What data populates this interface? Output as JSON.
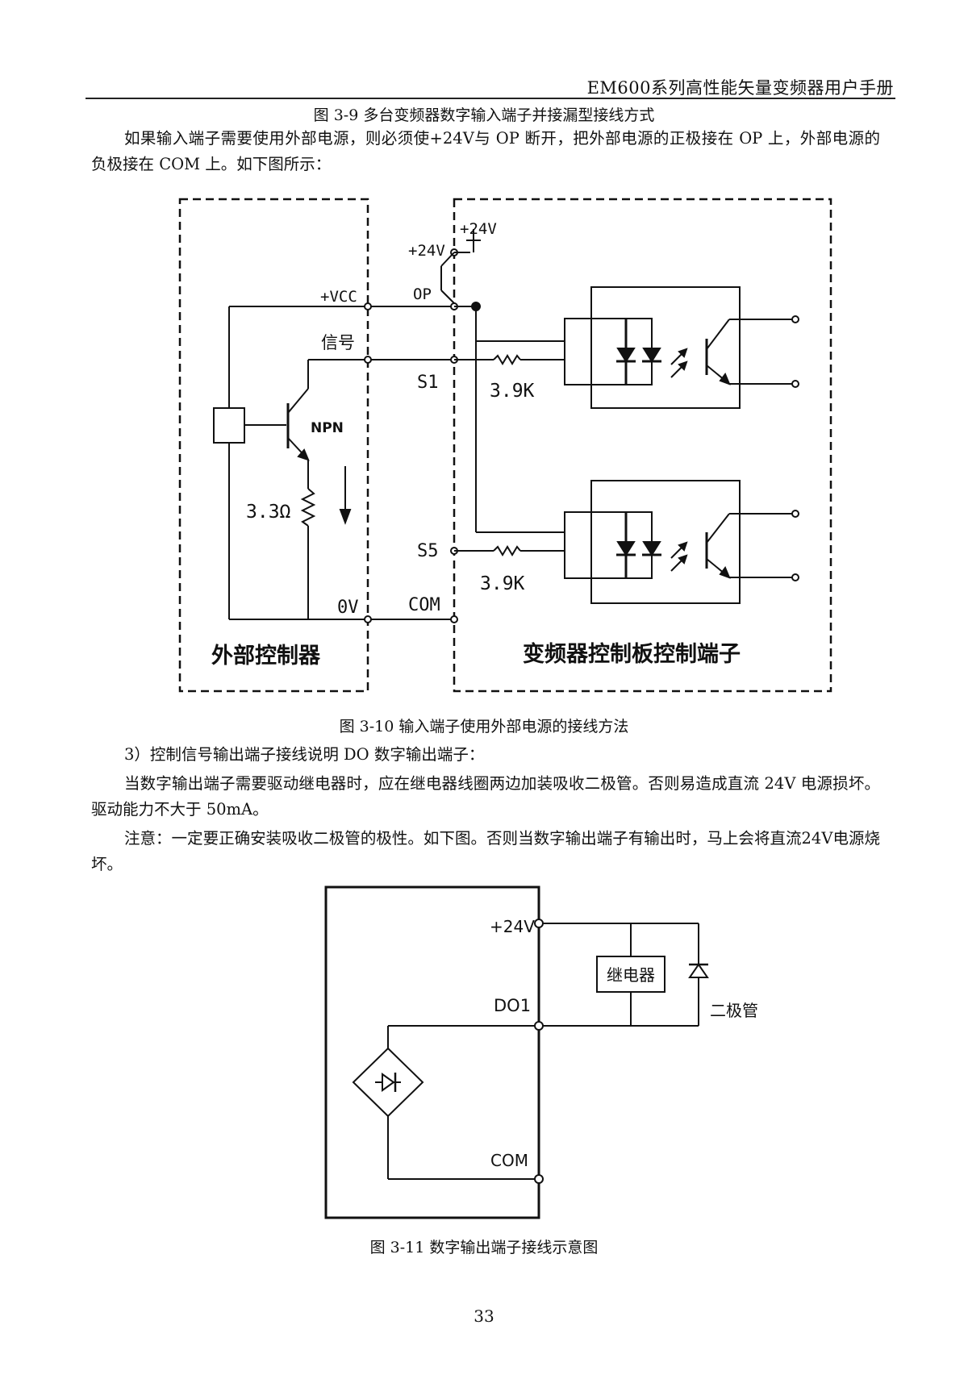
{
  "header": {
    "title": "EM600系列高性能矢量变频器用户手册"
  },
  "captions": {
    "fig_3_9": "图 3-9  多台变频器数字输入端子并接漏型接线方式",
    "fig_3_10": "图 3-10  输入端子使用外部电源的接线方法",
    "fig_3_11": "图 3-11  数字输出端子接线示意图"
  },
  "paragraphs": {
    "p1": "如果输入端子需要使用外部电源，则必须使+24V与 OP 断开，把外部电源的正极接在 OP 上，外部电源的负极接在 COM 上。如下图所示：",
    "p2": "3）控制信号输出端子接线说明 DO 数字输出端子：",
    "p3": "当数字输出端子需要驱动继电器时，应在继电器线圈两边加装吸收二极管。否则易造成直流 24V 电源损坏。驱动能力不大于 50mA。",
    "p4": "注意：一定要正确安装吸收二极管的极性。如下图。否则当数字输出端子有输出时，马上会将直流24V电源烧坏。"
  },
  "figure_3_10": {
    "labels": {
      "plus24v_top": "+24V",
      "plus24v": "+24V",
      "op": "OP",
      "vcc": "+VCC",
      "signal": "信号",
      "s1": "S1",
      "s5": "S5",
      "r1": "3.9K",
      "r2": "3.9K",
      "npn": "NPN",
      "r_ext": "3.3Ω",
      "zero_v": "0V",
      "com": "COM",
      "external_controller": "外部控制器",
      "inverter_board": "变频器控制板控制端子"
    }
  },
  "figure_3_11": {
    "labels": {
      "plus24v": "+24V",
      "relay": "继电器",
      "do1": "DO1",
      "diode": "二极管",
      "com": "COM"
    }
  },
  "page_number": "33"
}
